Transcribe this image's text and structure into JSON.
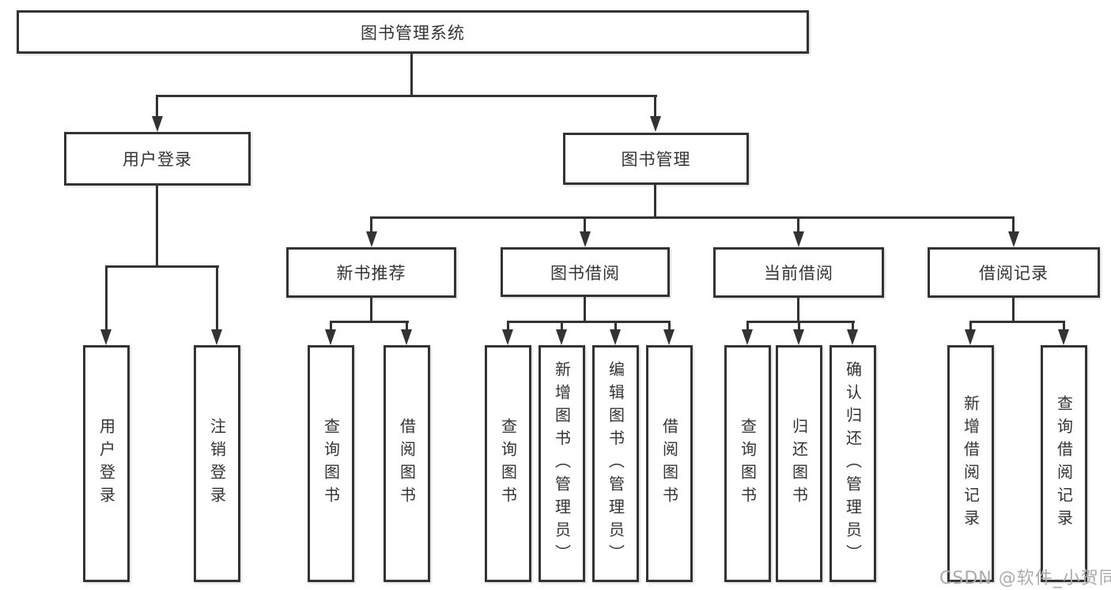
{
  "colors": {
    "line": "#333333",
    "box_border": "#333333",
    "text": "#333333",
    "watermark": "#ababab",
    "background": "#ffffff"
  },
  "watermark": "CSDN @软件_小贺同学",
  "diagram": {
    "root": "图书管理系统",
    "level2": [
      {
        "label": "用户登录",
        "children": [
          "用户登录",
          "注销登录"
        ]
      },
      {
        "label": "图书管理"
      }
    ],
    "level3": [
      {
        "label": "新书推荐",
        "children": [
          "查询图书",
          "借阅图书"
        ]
      },
      {
        "label": "图书借阅",
        "children": [
          "查询图书",
          "新增图书（管理员）",
          "编辑图书（管理员）",
          "借阅图书"
        ]
      },
      {
        "label": "当前借阅",
        "children": [
          "查询图书",
          "归还图书",
          "确认归还（管理员）"
        ]
      },
      {
        "label": "借阅记录",
        "children": [
          "新增借阅记录",
          "查询借阅记录"
        ]
      }
    ]
  }
}
